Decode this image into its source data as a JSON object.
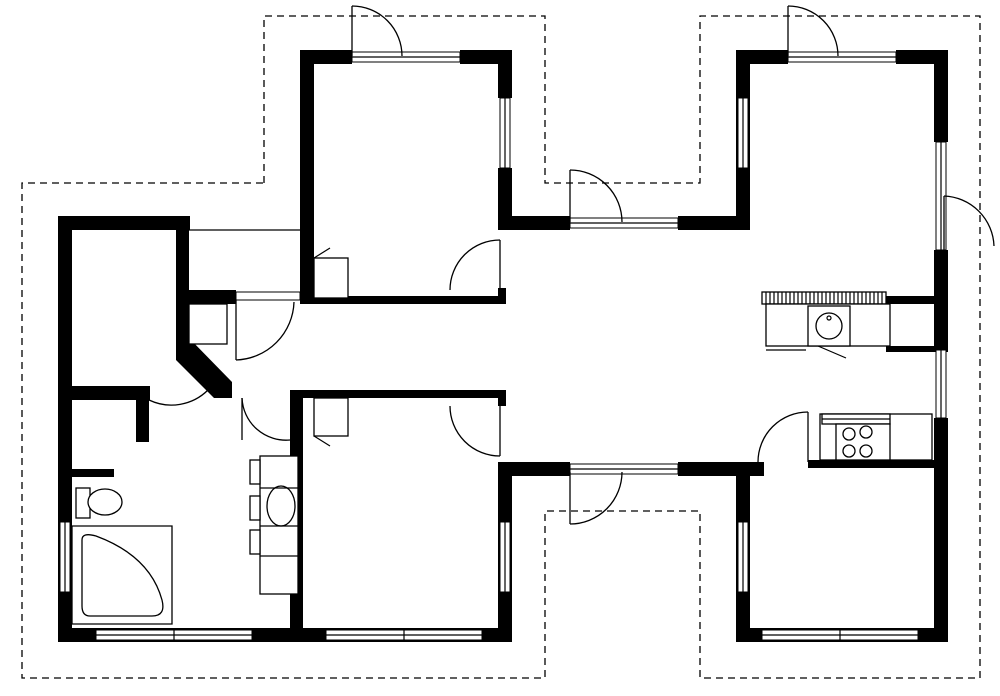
{
  "drawing": {
    "type": "floor-plan",
    "background": "#ffffff",
    "line_color": "#000000",
    "rooms": [
      "bedroom-top-left",
      "bedroom-top-right",
      "bedroom-bottom-center",
      "bedroom-bottom-right",
      "bathroom",
      "storage",
      "hall",
      "kitchen"
    ],
    "fixtures": [
      "toilet",
      "corner-bathtub",
      "washbasin",
      "kitchen-sink",
      "cooktop",
      "counters"
    ],
    "icons": [
      "door-swing-icon",
      "window-icon",
      "toilet-icon",
      "bathtub-icon",
      "sink-icon",
      "stove-icon"
    ]
  }
}
